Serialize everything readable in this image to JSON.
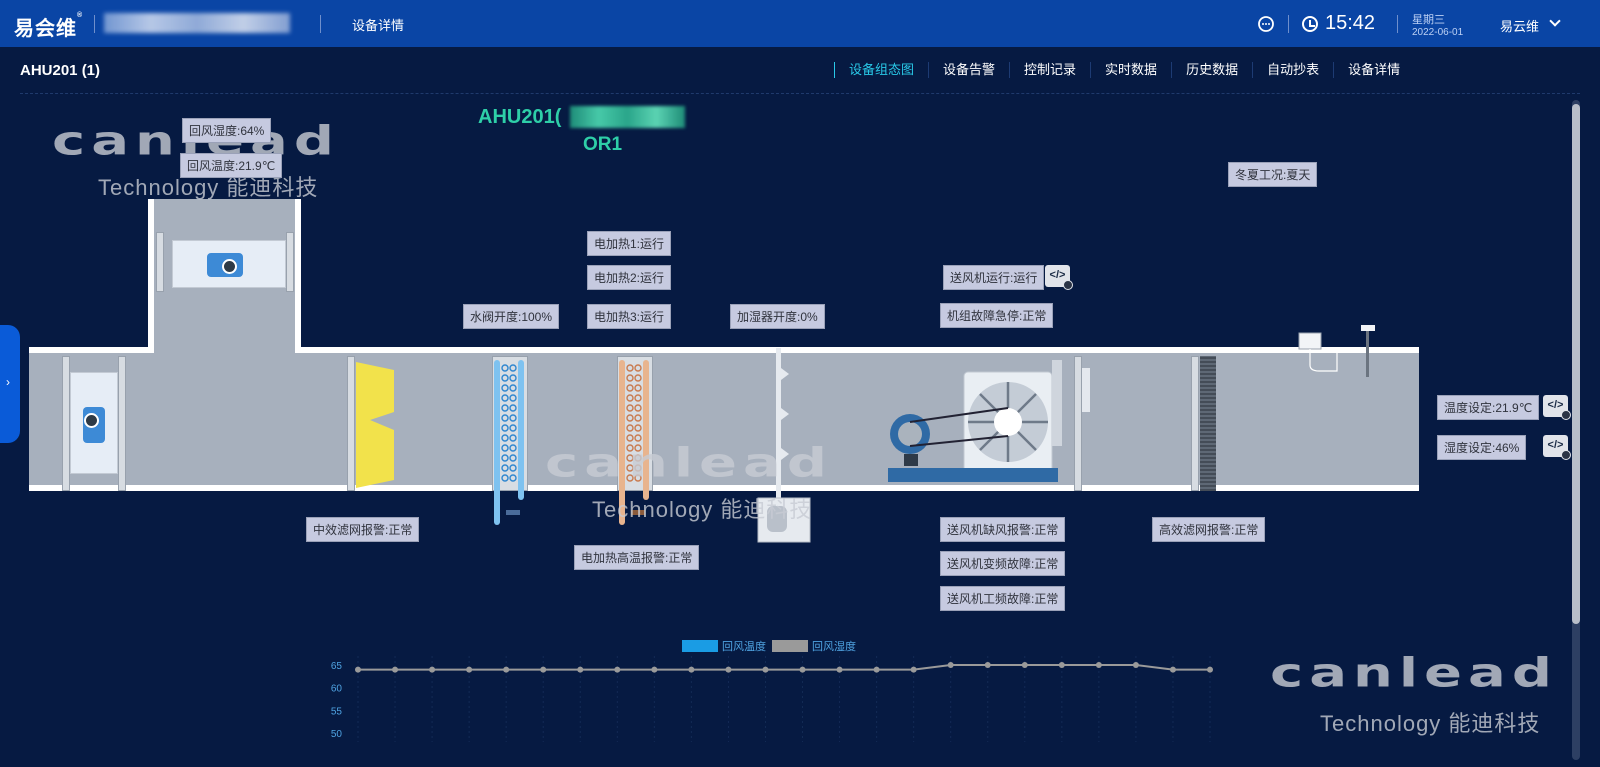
{
  "topbar": {
    "logo": "易会维",
    "logo_mark": "®",
    "page_title": "设备详情",
    "time": "15:42",
    "weekday": "星期三",
    "date": "2022-06-01",
    "user": "易云维",
    "icons": [
      "chat-icon",
      "clock-icon",
      "chevron-down-icon"
    ]
  },
  "device": {
    "title": "AHU201 (1)",
    "model_title": "AHU201(",
    "model_sub": "OR1"
  },
  "tabs": [
    {
      "label": "设备组态图",
      "active": true
    },
    {
      "label": "设备告警",
      "active": false
    },
    {
      "label": "控制记录",
      "active": false
    },
    {
      "label": "实时数据",
      "active": false
    },
    {
      "label": "历史数据",
      "active": false
    },
    {
      "label": "自动抄表",
      "active": false
    },
    {
      "label": "设备详情",
      "active": false
    }
  ],
  "side_tab_glyph": "›",
  "watermark": {
    "logo": "canlead",
    "sub": "Technology 能迪科技"
  },
  "labels": {
    "return_humidity": "回风湿度:64%",
    "return_temp": "回风温度:21.9℃",
    "season": "冬夏工况:夏天",
    "heat1": "电加热1:运行",
    "heat2": "电加热2:运行",
    "heat3": "电加热3:运行",
    "valve": "水阀开度:100%",
    "humidifier": "加湿器开度:0%",
    "fan_run": "送风机运行:运行",
    "unit_fault": "机组故障急停:正常",
    "temp_set": "温度设定:21.9℃",
    "hum_set": "湿度设定:46%",
    "mid_filter": "中效滤网报警:正常",
    "heat_high": "电加热高温报警:正常",
    "fan_lack": "送风机缺风报警:正常",
    "fan_vfd": "送风机变频故障:正常",
    "fan_power": "送风机工频故障:正常",
    "hepa": "高效滤网报警:正常"
  },
  "ctrl_glyph": "</>",
  "colors": {
    "topbar": "#0a45a5",
    "background": "#061a42",
    "accent": "#29c9e8",
    "model_text": "#2ecfa8",
    "series_temp": "#1a9ce4",
    "series_hum": "#9a9a9a"
  },
  "chart_data": {
    "type": "line",
    "legend": [
      "回风温度",
      "回风湿度"
    ],
    "yticks": [
      65,
      60,
      55,
      50
    ],
    "ylim": [
      48,
      67
    ],
    "series": [
      {
        "name": "回风湿度",
        "values": [
          64,
          64,
          64,
          64,
          64,
          64,
          64,
          64,
          64,
          64,
          64,
          64,
          64,
          64,
          64,
          64,
          65,
          65,
          65,
          65,
          65,
          65,
          64,
          64
        ]
      }
    ]
  }
}
